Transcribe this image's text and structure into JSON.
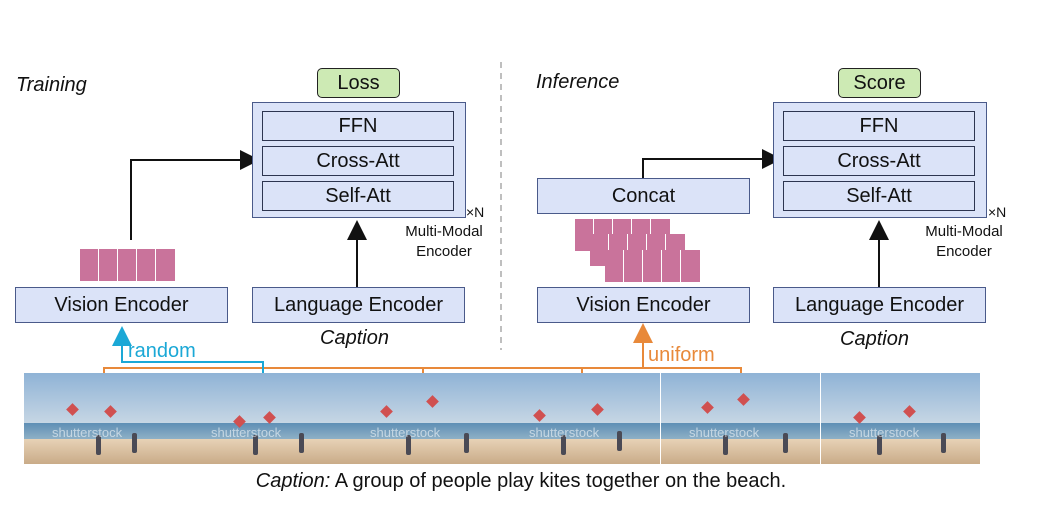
{
  "training": {
    "label": "Training",
    "head": "Loss",
    "layers": [
      "FFN",
      "Cross-Att",
      "Self-Att"
    ],
    "repeat": "×N",
    "mm_line1": "Multi-Modal",
    "mm_line2": "Encoder",
    "vision": "Vision Encoder",
    "language": "Language Encoder",
    "caption": "Caption",
    "sampling": "random"
  },
  "inference": {
    "label": "Inference",
    "head": "Score",
    "layers": [
      "FFN",
      "Cross-Att",
      "Self-Att"
    ],
    "repeat": "×N",
    "mm_line1": "Multi-Modal",
    "mm_line2": "Encoder",
    "concat": "Concat",
    "vision": "Vision Encoder",
    "language": "Language Encoder",
    "caption": "Caption",
    "sampling": "uniform"
  },
  "frames": {
    "watermark": "shutterstock"
  },
  "bottom_caption": {
    "prefix": "Caption:",
    "text": " A group of people play kites together on the beach."
  },
  "colors": {
    "random": "#1ba8d6",
    "uniform": "#e8893a",
    "box_fill": "#dbe3f8",
    "head_fill": "#cdeab4",
    "token": "#c9739b"
  }
}
